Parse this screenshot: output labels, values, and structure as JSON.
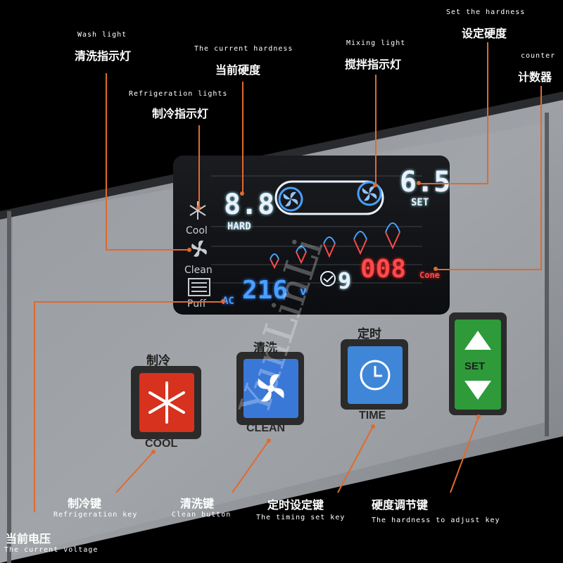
{
  "callouts": {
    "wash_light": {
      "en": "Wash light",
      "cn": "清洗指示灯"
    },
    "current_hardness": {
      "en": "The current hardness",
      "cn": "当前硬度"
    },
    "mixing_light": {
      "en": "Mixing light",
      "cn": "搅拌指示灯"
    },
    "set_hardness": {
      "en": "Set the hardness",
      "cn": "设定硬度"
    },
    "counter": {
      "en": "counter",
      "cn": "计数器"
    },
    "refrigeration_lights": {
      "en": "Refrigeration lights",
      "cn": "制冷指示灯"
    },
    "refrigeration_key": {
      "cn": "制冷键",
      "en": "Refrigeration key"
    },
    "clean_button": {
      "cn": "清洗键",
      "en": "Clean button"
    },
    "timing_key": {
      "cn": "定时设定键",
      "en": "The timing set key"
    },
    "hardness_key": {
      "cn": "硬度调节键",
      "en": "The hardness to adjust key"
    },
    "voltage": {
      "cn": "当前电压",
      "en": "The current voltage"
    }
  },
  "display": {
    "hardness_value": "8.8",
    "hardness_label": "HARD",
    "set_value": "6.5",
    "set_label": "SET",
    "cool_label": "Cool",
    "clean_label": "Clean",
    "puff_label": "Puff",
    "voltage_prefix": "AC",
    "voltage_value": "216",
    "voltage_unit": "v",
    "timer_value": "9",
    "counter_value": "008",
    "counter_unit": "Cone"
  },
  "buttons": {
    "cool": {
      "cn": "制冷",
      "en": "COOL"
    },
    "clean": {
      "cn": "清洗",
      "en": "CLEAN"
    },
    "time": {
      "cn": "定时",
      "en": "TIME"
    },
    "set": {
      "en": "SET"
    }
  },
  "watermark": "YunLinLi",
  "colors": {
    "lead_line": "#e06a2e",
    "cool_button": "#d6321e",
    "clean_button": "#3a78d8",
    "time_button": "#3f86d8",
    "set_button": "#2e9a3a"
  },
  "icons": [
    "snowflake-icon",
    "fan-icon",
    "clock-icon",
    "up-arrow-icon",
    "down-arrow-icon",
    "ice-cream-icon"
  ]
}
